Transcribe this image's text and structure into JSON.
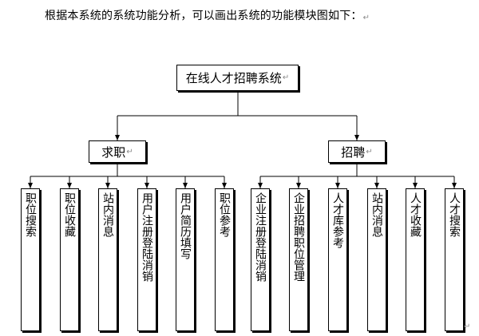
{
  "intro_text": "根据本系统的系统功能分析，可以画出系统的功能模块图如下：",
  "paragraph_mark": "↵",
  "root": {
    "label": "在线人才招聘系统"
  },
  "branches": [
    {
      "label": "求职",
      "leaves": [
        "职位搜索",
        "职位收藏",
        "站内消息",
        "用户注册登陆消销",
        "用户简历填写",
        "职位参考"
      ]
    },
    {
      "label": "招聘",
      "leaves": [
        "企业注册登陆消销",
        "企业招聘职位管理",
        "人才库参考",
        "站内消息",
        "人才收藏",
        "人才搜索"
      ]
    }
  ]
}
